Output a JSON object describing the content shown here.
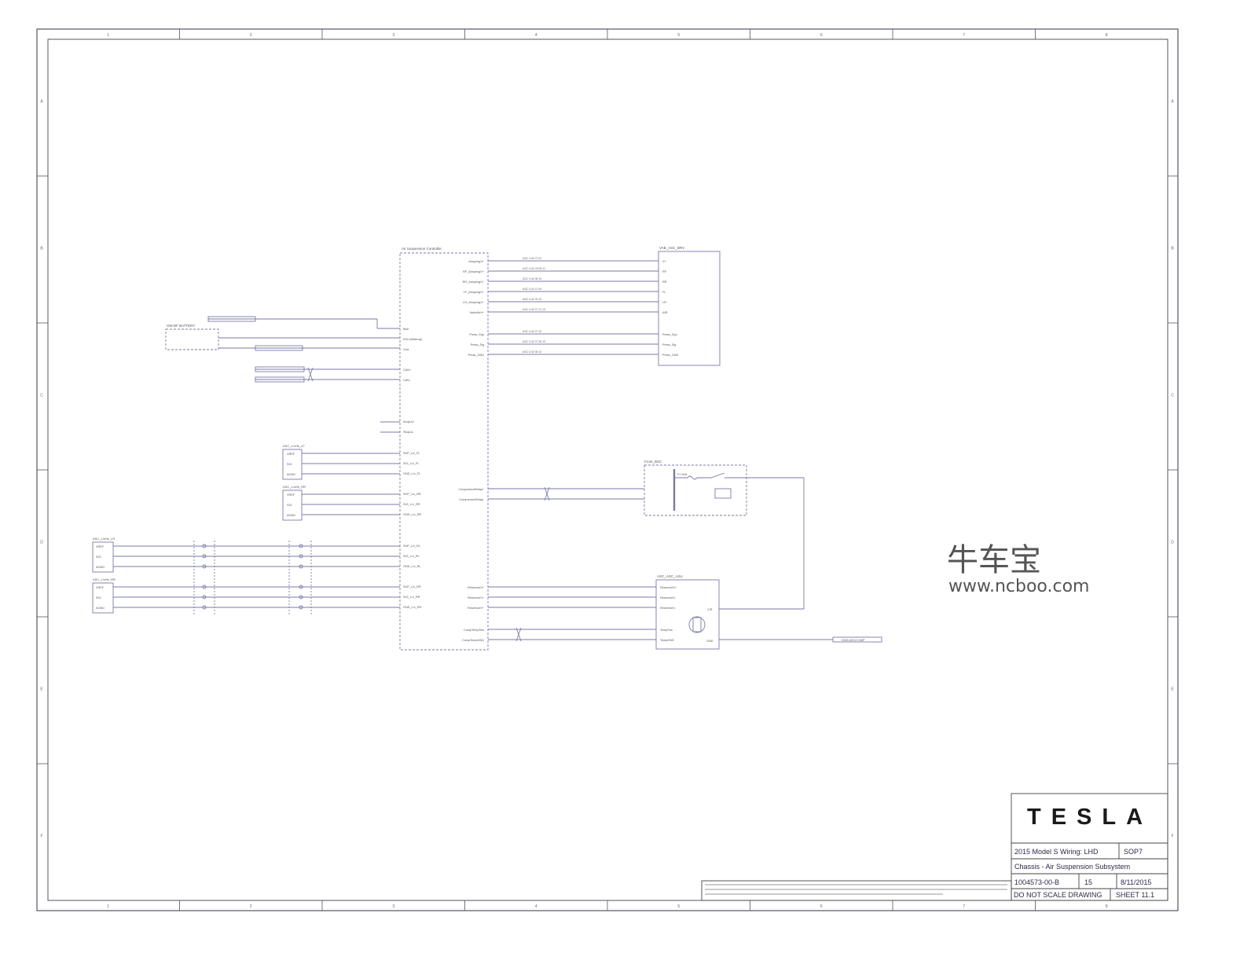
{
  "border": {
    "columns": [
      "1",
      "2",
      "3",
      "4",
      "5",
      "6",
      "7",
      "8"
    ],
    "rows": [
      "A",
      "B",
      "C",
      "D",
      "E",
      "F"
    ]
  },
  "watermark": {
    "brand": "牛车宝",
    "url": "www.ncboo.com",
    "color": "#555555"
  },
  "title_block": {
    "logo": "TESLA",
    "project": "2015 Model S Wiring: LHD",
    "program": "SOP7",
    "sheet_title": "Chassis - Air Suspension Subsystem",
    "part_number": "1004573-00-B",
    "revision": "15",
    "date": "8/11/2015",
    "note": "DO NOT SCALE DRAWING",
    "sheet": "SHEET 11.1"
  },
  "colors": {
    "wire": "#7a7aa8",
    "border": "#555566",
    "box": "#666680"
  },
  "schematic": {
    "controller": "Air Suspension Controller",
    "controller_pins": [
      "Bat+",
      "IGN (Wakeup)",
      "Gnd",
      "CAN+",
      "CAN-",
      "StopLA+",
      "StopLA-",
      "SUP_L/c_FL",
      "SIG_L/c_FL",
      "GND_L/c_FL",
      "SUP_L/c_RR",
      "SIG_L/c_RR",
      "GND_L/c_RR",
      "SUP_L/c_RL",
      "SIG_L/c_RL",
      "GND_L/c_RL",
      "SUP_L/c_RR",
      "SIG_L/c_RR",
      "GND_L/c_RR"
    ],
    "valve_block": "VAB_ASC_BRV",
    "valve_pins": [
      "V+",
      "RF",
      "RR",
      "FL",
      "LR",
      "AIR"
    ],
    "valve_signals": [
      "AirspringV+",
      "RF_AirspringV+",
      "RR_AirspringV+",
      "LF_AirspringV+",
      "LR_AirspringV+",
      "ValveAirV+"
    ],
    "pressure_signals": [
      "Press_Sup",
      "Press_Sig",
      "Press_GND"
    ],
    "relay_block": "Front_BSC",
    "relay_signals": [
      "CompressorRelay+",
      "CompressorRelay-"
    ],
    "compressor_block": "ASC_ASC_ASU",
    "compressor_signals": [
      "ReservoirV+",
      "ReservoirV+",
      "ReservoirV+",
      "CompTempSns",
      "CompTempGND"
    ],
    "compressor_pins": [
      "ReservoirV+",
      "ReservoirV-",
      "ReservoirV-",
      "TempSns",
      "TempGND"
    ],
    "motor_label": "C/R",
    "motor_gnd": "GND",
    "ground_label": "GND ASC/COMP",
    "height_sensors": [
      {
        "name": "ASC_L/cHe_LF",
        "pins": [
          "VREF",
          "SIG",
          "AGND"
        ]
      },
      {
        "name": "ASC_L/cHe_RR",
        "pins": [
          "VREF",
          "SIG",
          "AGND"
        ]
      },
      {
        "name": "ASC_L/cHe_LR",
        "pins": [
          "VREF",
          "SIG",
          "AGND"
        ]
      },
      {
        "name": "ASC_L/cHe_RR",
        "pins": [
          "VREF",
          "SIG",
          "AGND"
        ]
      }
    ],
    "power_source": "GW BF BATTERY",
    "fuse_label": "F1 50A"
  }
}
